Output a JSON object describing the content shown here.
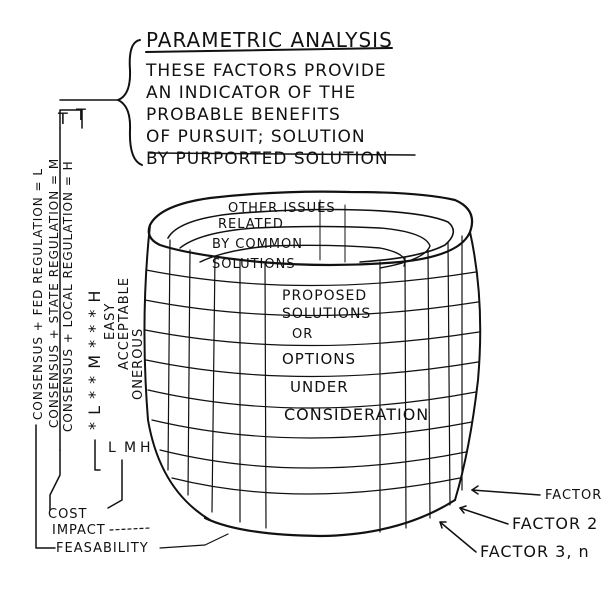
{
  "header": {
    "title": "PARAMETRIC ANALYSIS",
    "lines": [
      "THESE FACTORS PROVIDE",
      "AN INDICATOR OF THE",
      "PROBABLE BENEFITS",
      "OF PURSUIT; SOLUTION",
      "BY PURPORTED SOLUTION"
    ]
  },
  "cylinder": {
    "other_issues": [
      "OTHER ISSUES",
      "RELATED",
      "BY COMMON",
      "SOLUTIONS"
    ],
    "proposed": [
      "PROPOSED",
      "SOLUTIONS",
      "OR",
      "OPTIONS",
      "UNDER",
      "CONSIDERATION"
    ]
  },
  "left_vertical": {
    "regulation": [
      "CONSENSUS + FED REGULATION = L",
      "CONSENSUS + STATE REGULATION = M",
      "CONSENSUS + LOCAL REGULATION = H"
    ],
    "scale": [
      "*  L  * * M * * *  H"
    ],
    "ease": [
      "EASY",
      "ACCEPTABLE",
      "ONEROUS"
    ],
    "ease_codes": [
      "L",
      "M",
      "H"
    ],
    "bracket_marks": [
      "T",
      "T"
    ]
  },
  "bottom_labels": {
    "cost": "COST",
    "impact": "IMPACT",
    "feasibility": "FEASABILITY"
  },
  "factor_labels": {
    "factor1": "FACTOR",
    "factor2": "FACTOR 2",
    "factor3": "FACTOR 3, n"
  }
}
